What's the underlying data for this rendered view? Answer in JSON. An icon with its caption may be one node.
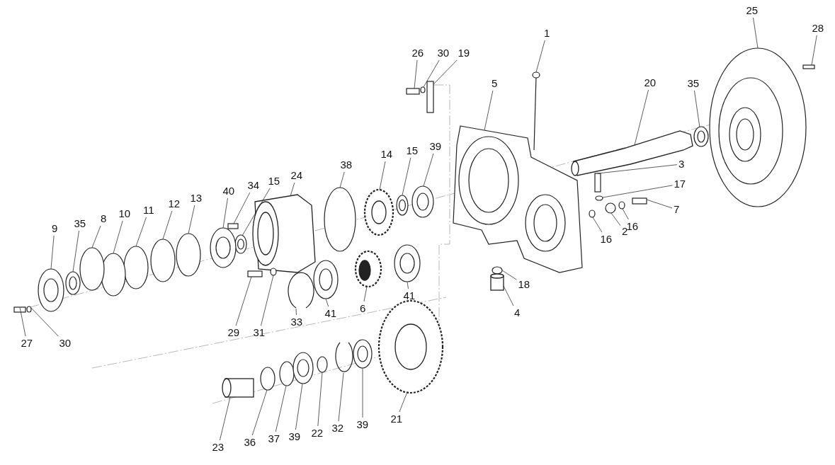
{
  "diagram": {
    "nodes": [
      {
        "text": [
          "1"
        ]
      },
      {
        "text": [
          "26"
        ]
      },
      {
        "text": [
          "30"
        ]
      },
      {
        "text": [
          "19"
        ]
      },
      {
        "text": [
          "25"
        ]
      },
      {
        "text": [
          "28"
        ]
      },
      {
        "text": [
          "5"
        ]
      },
      {
        "text": [
          "20"
        ]
      },
      {
        "text": [
          "35"
        ]
      },
      {
        "text": [
          "14"
        ]
      },
      {
        "text": [
          "15"
        ]
      },
      {
        "text": [
          "39"
        ]
      },
      {
        "text": [
          "38"
        ]
      },
      {
        "text": [
          "3"
        ]
      },
      {
        "text": [
          "17"
        ]
      },
      {
        "text": [
          "7"
        ]
      },
      {
        "text": [
          "16"
        ]
      },
      {
        "text": [
          "2"
        ]
      },
      {
        "text": [
          "16"
        ]
      },
      {
        "text": [
          "24"
        ]
      },
      {
        "text": [
          "15"
        ]
      },
      {
        "text": [
          "34"
        ]
      },
      {
        "text": [
          "40"
        ]
      },
      {
        "text": [
          "13"
        ]
      },
      {
        "text": [
          "12"
        ]
      },
      {
        "text": [
          "11"
        ]
      },
      {
        "text": [
          "10"
        ]
      },
      {
        "text": [
          "8"
        ]
      },
      {
        "text": [
          "35"
        ]
      },
      {
        "text": [
          "9"
        ]
      },
      {
        "text": [
          "27"
        ]
      },
      {
        "text": [
          "30"
        ]
      },
      {
        "text": [
          "29"
        ]
      },
      {
        "text": [
          "31"
        ]
      },
      {
        "text": [
          "33"
        ]
      },
      {
        "text": [
          "41"
        ]
      },
      {
        "text": [
          "6"
        ]
      },
      {
        "text": [
          "41"
        ]
      },
      {
        "text": [
          "18"
        ]
      },
      {
        "text": [
          "4"
        ]
      },
      {
        "text": [
          "23"
        ]
      },
      {
        "text": [
          "36"
        ]
      },
      {
        "text": [
          "37"
        ]
      },
      {
        "text": [
          "39"
        ]
      },
      {
        "text": [
          "22"
        ]
      },
      {
        "text": [
          "32"
        ]
      },
      {
        "text": [
          "39"
        ]
      },
      {
        "text": [
          "21"
        ]
      },
      {
        "text": [],
        "shape": "bar"
      },
      {
        "text": [],
        "shape": "box"
      },
      {
        "text": [],
        "shape": "circle"
      },
      {
        "text": [],
        "shape": "bar"
      },
      {
        "text": [],
        "shape": "circle"
      },
      {
        "text": [],
        "shape": "box"
      },
      {
        "text": [],
        "shape": "box"
      },
      {
        "text": [],
        "shape": "cylinder"
      },
      {
        "text": [],
        "shape": "circle"
      },
      {
        "text": [],
        "shape": "gear"
      },
      {
        "text": [],
        "shape": "circle"
      },
      {
        "text": [],
        "shape": "circle"
      },
      {
        "text": [],
        "shape": "circle"
      },
      {
        "text": [],
        "shape": "box"
      },
      {
        "text": [],
        "shape": "circle"
      },
      {
        "text": [],
        "shape": "box"
      },
      {
        "text": [],
        "shape": "circle"
      },
      {
        "text": [],
        "shape": "circle"
      },
      {
        "text": [],
        "shape": "circle"
      },
      {
        "text": [],
        "shape": "cylinder"
      },
      {
        "text": [],
        "shape": "circle"
      },
      {
        "text": [],
        "shape": "box"
      },
      {
        "text": [],
        "shape": "circle"
      },
      {
        "text": [],
        "shape": "circle"
      },
      {
        "text": [],
        "shape": "circle"
      },
      {
        "text": [],
        "shape": "circle"
      },
      {
        "text": [],
        "shape": "circle"
      },
      {
        "text": [],
        "shape": "circle"
      },
      {
        "text": [],
        "shape": "circle"
      },
      {
        "text": [],
        "shape": "circle"
      },
      {
        "text": [],
        "shape": "box"
      },
      {
        "text": [],
        "shape": "circle"
      },
      {
        "text": [],
        "shape": "box"
      },
      {
        "text": [],
        "shape": "circle"
      },
      {
        "text": [],
        "shape": "circle"
      },
      {
        "text": [],
        "shape": "circle"
      },
      {
        "text": [],
        "shape": "gear"
      },
      {
        "text": [],
        "shape": "circle"
      },
      {
        "text": [],
        "shape": "circle"
      },
      {
        "text": [],
        "shape": "cylinder"
      },
      {
        "text": [],
        "shape": "cylinder"
      },
      {
        "text": [],
        "shape": "circle"
      },
      {
        "text": [],
        "shape": "circle"
      },
      {
        "text": [],
        "shape": "circle"
      },
      {
        "text": [],
        "shape": "circle"
      },
      {
        "text": [],
        "shape": "circle"
      },
      {
        "text": [],
        "shape": "circle"
      },
      {
        "text": [],
        "shape": "gear"
      }
    ],
    "edges": [
      {
        "from": 0,
        "to": 48,
        "arrow": "none"
      },
      {
        "from": 1,
        "to": 49,
        "arrow": "none"
      },
      {
        "from": 2,
        "to": 50,
        "arrow": "none"
      },
      {
        "from": 3,
        "to": 51,
        "arrow": "none"
      },
      {
        "from": 4,
        "to": 52,
        "arrow": "none"
      },
      {
        "from": 5,
        "to": 53,
        "arrow": "none"
      },
      {
        "from": 6,
        "to": 54,
        "arrow": "none"
      },
      {
        "from": 7,
        "to": 55,
        "arrow": "none"
      },
      {
        "from": 8,
        "to": 56,
        "arrow": "none"
      },
      {
        "from": 9,
        "to": 57,
        "arrow": "none"
      },
      {
        "from": 10,
        "to": 58,
        "arrow": "none"
      },
      {
        "from": 11,
        "to": 59,
        "arrow": "none"
      },
      {
        "from": 12,
        "to": 60,
        "arrow": "none"
      },
      {
        "from": 13,
        "to": 61,
        "arrow": "none"
      },
      {
        "from": 14,
        "to": 62,
        "arrow": "none"
      },
      {
        "from": 15,
        "to": 63,
        "arrow": "none"
      },
      {
        "from": 16,
        "to": 64,
        "arrow": "none"
      },
      {
        "from": 17,
        "to": 65,
        "arrow": "none"
      },
      {
        "from": 18,
        "to": 66,
        "arrow": "none"
      },
      {
        "from": 19,
        "to": 67,
        "arrow": "none"
      },
      {
        "from": 20,
        "to": 68,
        "arrow": "none"
      },
      {
        "from": 21,
        "to": 69,
        "arrow": "none"
      },
      {
        "from": 22,
        "to": 70,
        "arrow": "none"
      },
      {
        "from": 23,
        "to": 71,
        "arrow": "none"
      },
      {
        "from": 24,
        "to": 72,
        "arrow": "none"
      },
      {
        "from": 25,
        "to": 73,
        "arrow": "none"
      },
      {
        "from": 26,
        "to": 74,
        "arrow": "none"
      },
      {
        "from": 27,
        "to": 75,
        "arrow": "none"
      },
      {
        "from": 28,
        "to": 76,
        "arrow": "none"
      },
      {
        "from": 29,
        "to": 77,
        "arrow": "none"
      },
      {
        "from": 30,
        "to": 78,
        "arrow": "none"
      },
      {
        "from": 31,
        "to": 79,
        "arrow": "none"
      },
      {
        "from": 32,
        "to": 80,
        "arrow": "none"
      },
      {
        "from": 33,
        "to": 81,
        "arrow": "none"
      },
      {
        "from": 34,
        "to": 82,
        "arrow": "none"
      },
      {
        "from": 35,
        "to": 83,
        "arrow": "none"
      },
      {
        "from": 36,
        "to": 84,
        "arrow": "none"
      },
      {
        "from": 37,
        "to": 85,
        "arrow": "none"
      },
      {
        "from": 38,
        "to": 86,
        "arrow": "none"
      },
      {
        "from": 39,
        "to": 87,
        "arrow": "none"
      },
      {
        "from": 40,
        "to": 88,
        "arrow": "none"
      },
      {
        "from": 41,
        "to": 89,
        "arrow": "none"
      },
      {
        "from": 42,
        "to": 90,
        "arrow": "none"
      },
      {
        "from": 43,
        "to": 91,
        "arrow": "none"
      },
      {
        "from": 44,
        "to": 92,
        "arrow": "none"
      },
      {
        "from": 45,
        "to": 93,
        "arrow": "none"
      },
      {
        "from": 46,
        "to": 94,
        "arrow": "none"
      },
      {
        "from": 47,
        "to": 95,
        "arrow": "none"
      }
    ]
  }
}
